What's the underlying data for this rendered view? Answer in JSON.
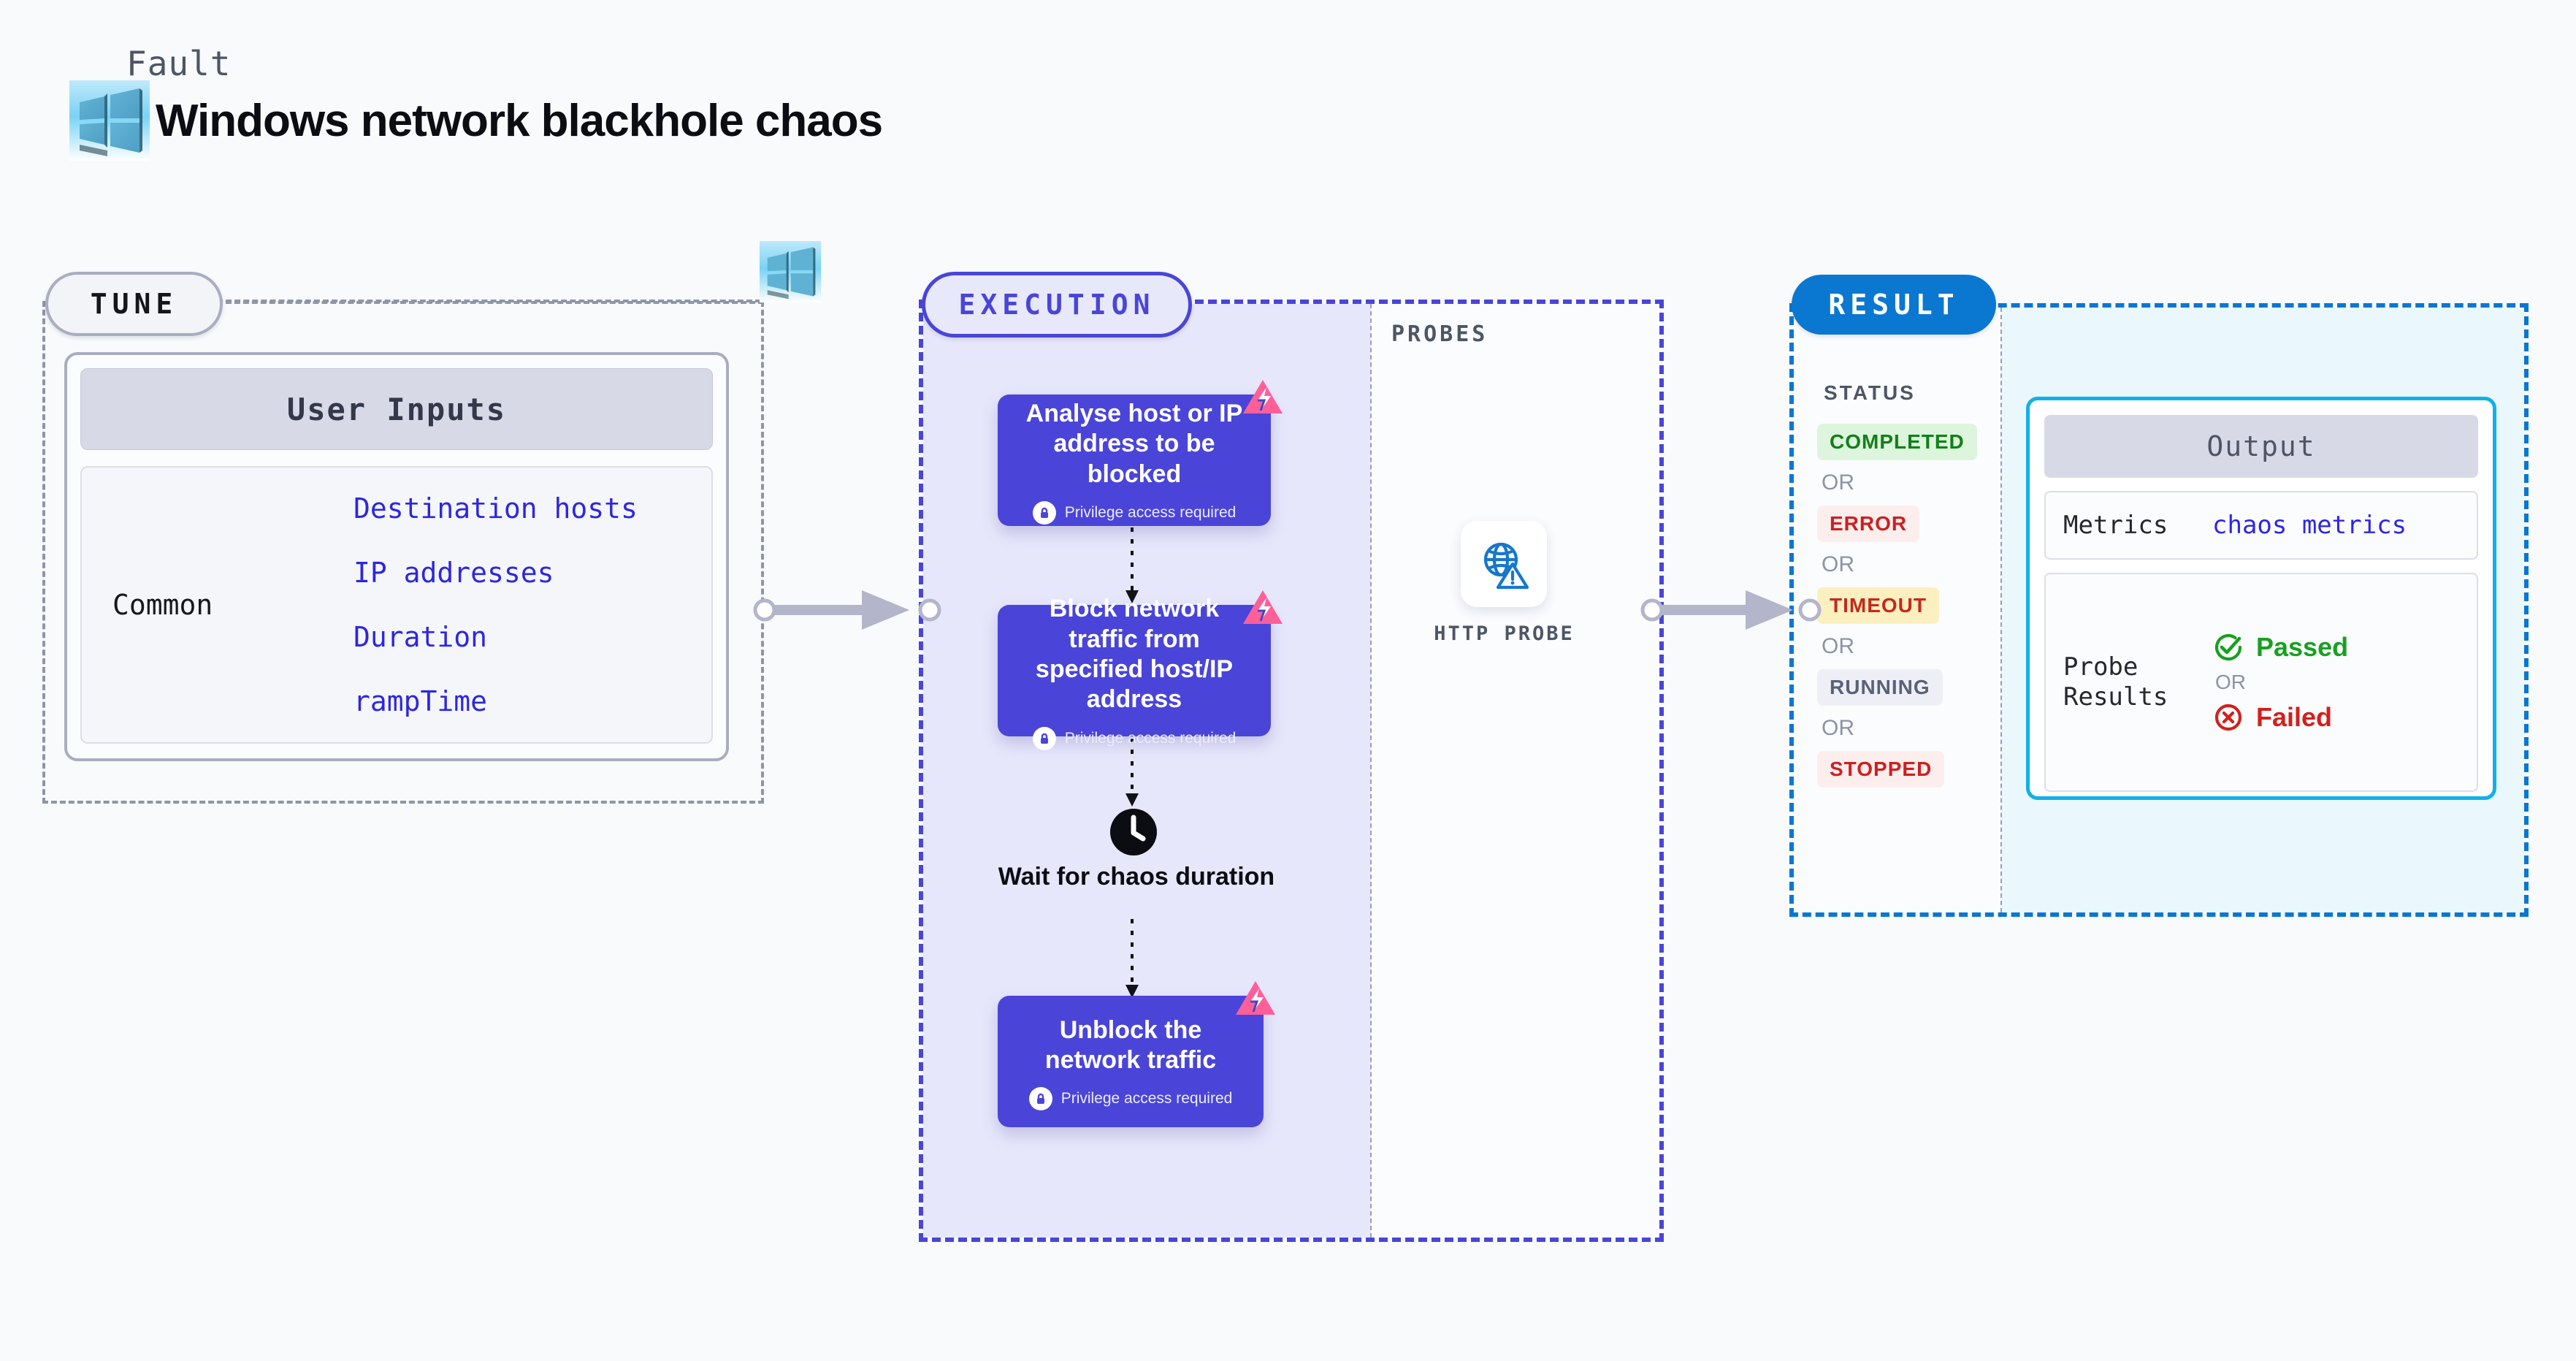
{
  "header": {
    "kicker": "Fault",
    "title": "Windows network blackhole chaos",
    "logo_icon": "windows-logo-icon"
  },
  "tune": {
    "pill_label": "TUNE",
    "logo_icon": "windows-logo-icon",
    "card": {
      "header": "User Inputs",
      "group_label": "Common",
      "inputs": [
        "Destination hosts",
        "IP addresses",
        "Duration",
        "rampTime"
      ]
    }
  },
  "execution": {
    "pill_label": "EXECUTION",
    "steps": [
      {
        "title": "Analyse host or IP address to be blocked",
        "privilege": "Privilege access required",
        "badge_icon": "chaos-fault-icon",
        "lock_icon": "lock-icon"
      },
      {
        "title": "Block network traffic from specified host/IP address",
        "privilege": "Privilege access required",
        "badge_icon": "chaos-fault-icon",
        "lock_icon": "lock-icon"
      }
    ],
    "wait": {
      "icon": "clock-icon",
      "label": "Wait for chaos duration"
    },
    "final_step": {
      "title": "Unblock the network traffic",
      "privilege": "Privilege access required",
      "badge_icon": "chaos-fault-icon",
      "lock_icon": "lock-icon"
    }
  },
  "probes": {
    "section_label": "PROBES",
    "items": [
      {
        "icon": "globe-warning-icon",
        "label": "HTTP PROBE"
      }
    ]
  },
  "result": {
    "pill_label": "RESULT",
    "status_label": "STATUS",
    "or_label": "OR",
    "statuses": [
      {
        "label": "COMPLETED",
        "bg": "#ddf5dd",
        "fg": "#11801a"
      },
      {
        "label": "ERROR",
        "bg": "#fdeeee",
        "fg": "#cc2020"
      },
      {
        "label": "TIMEOUT",
        "bg": "#fcefc0",
        "fg": "#c22a1d"
      },
      {
        "label": "RUNNING",
        "bg": "#eeeff6",
        "fg": "#5a6278"
      },
      {
        "label": "STOPPED",
        "bg": "#fdeeee",
        "fg": "#cc2020"
      }
    ],
    "output": {
      "header": "Output",
      "metrics_key": "Metrics",
      "metrics_value": "chaos metrics",
      "probe_results_key": "Probe Results",
      "probe_pass": "Passed",
      "probe_fail": "Failed",
      "or_label": "OR",
      "pass_icon": "check-circle-icon",
      "fail_icon": "x-circle-icon"
    }
  },
  "connectors": {
    "tune_to_execution": "arrow-right",
    "probes_to_result": "arrow-right"
  },
  "colors": {
    "primary_purple": "#4a45d8",
    "result_blue": "#0a77d1",
    "output_cyan": "#12b0e8",
    "chaos_pink": "#ff5f99",
    "mono_blue": "#2d27e0"
  }
}
